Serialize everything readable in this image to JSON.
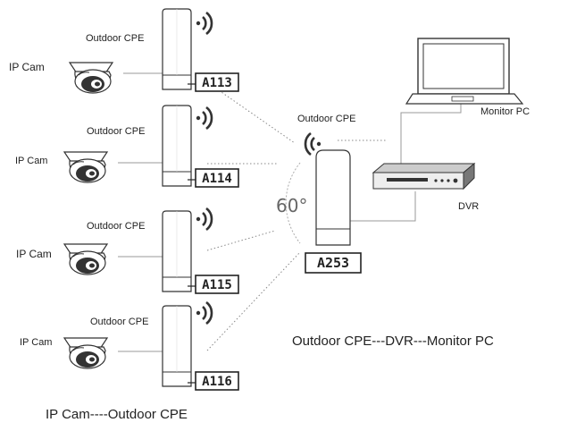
{
  "labels": {
    "outdoor_cpe": "Outdoor CPE",
    "ip_cam": "IP Cam",
    "monitor_pc": "Monitor PC",
    "dvr": "DVR",
    "angle": "60°",
    "caption_left": "IP Cam----Outdoor CPE",
    "caption_right": "Outdoor CPE---DVR---Monitor PC"
  },
  "cpe_codes": [
    "A113",
    "A114",
    "A115",
    "A116"
  ],
  "central_cpe_code": "A253"
}
